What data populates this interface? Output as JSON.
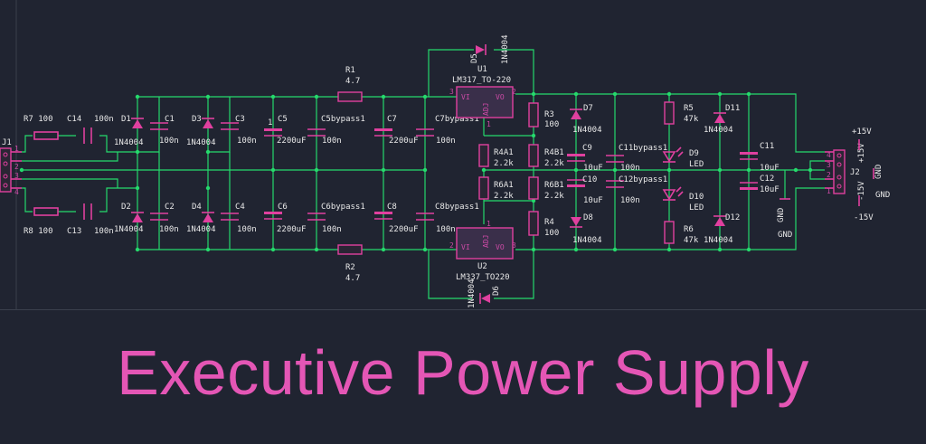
{
  "title": "Executive Power Supply",
  "colors": {
    "background": "#202431",
    "wire": "#25d96c",
    "component": "#e0409f",
    "text": "#e8e8e8",
    "title": "#e456b5"
  },
  "labels": {
    "J1": "J1",
    "J2": "J2",
    "R7": "R7 100",
    "C14": "C14",
    "C14v": "100n",
    "R8": "R8 100",
    "C13": "C13",
    "C13v": "100n",
    "D1": "D1",
    "D1v": "1N4004",
    "D2": "D2",
    "D2v": "1N4004",
    "D3": "D3",
    "D3v": "1N4004",
    "D4": "D4",
    "D4v": "1N4004",
    "C1": "C1",
    "C1v": "100n",
    "C2": "C2",
    "C2v": "100n",
    "C3": "C3",
    "C3v": "100n",
    "C4": "C4",
    "C4v": "100n",
    "C5": "C5",
    "C5v": "2200uF",
    "C6": "C6",
    "C6v": "2200uF",
    "C5b": "C5bypass1",
    "C5bv": "100n",
    "C6b": "C6bypass1",
    "C6bv": "100n",
    "C7": "C7",
    "C7v": "2200uF",
    "C8": "C8",
    "C8v": "2200uF",
    "C7b": "C7bypass1",
    "C7bv": "100n",
    "C8b": "C8bypass1",
    "C8bv": "100n",
    "R1": "R1",
    "R1v": "4.7",
    "R2": "R2",
    "R2v": "4.7",
    "U1": "U1",
    "U1v": "LM317_TO-220",
    "U2": "U2",
    "U2v": "LM337_TO220",
    "VI": "VI",
    "VO": "VO",
    "ADJ": "ADJ",
    "D5": "D5",
    "D5v": "1N4004",
    "D6": "D6",
    "D6v": "1N4004",
    "R3": "R3",
    "R3v": "100",
    "R4": "R4",
    "R4v": "100",
    "R4A1": "R4A1",
    "R4A1v": "2.2k",
    "R4B1": "R4B1",
    "R4B1v": "2.2k",
    "R6A1": "R6A1",
    "R6A1v": "2.2k",
    "R6B1": "R6B1",
    "R6B1v": "2.2k",
    "D7": "D7",
    "D7v": "1N4004",
    "D8": "D8",
    "D8v": "1N4004",
    "C9": "C9",
    "C9v": "10uF",
    "C10": "C10",
    "C10v": "10uF",
    "C11b": "C11bypass1",
    "C11bv": "100n",
    "C12b": "C12bypass1",
    "C12bv": "100n",
    "R5": "R5",
    "R5v": "47k",
    "R6": "R6",
    "R6v": "47k",
    "D9": "D9",
    "D9v": "LED",
    "D10": "D10",
    "D10v": "LED",
    "D11": "D11",
    "D11v": "1N4004",
    "D12": "D12",
    "D12v": "1N4004",
    "C11": "C11",
    "C11v": "10uF",
    "C12": "C12",
    "C12v": "10uF",
    "P15": "+15V",
    "N15": "-15V",
    "GND": "GND",
    "pin1": "1",
    "pin2": "2",
    "pin3": "3",
    "pin4": "4"
  }
}
